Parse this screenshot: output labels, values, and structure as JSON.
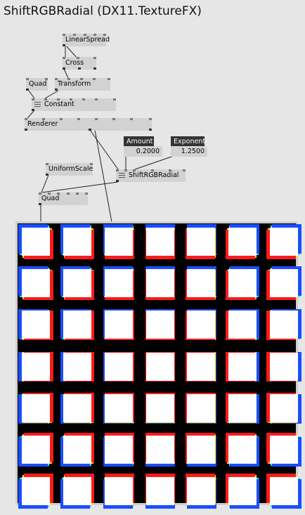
{
  "window": {
    "title": "ShiftRGBRadial (DX11.TextureFX)"
  },
  "nodes": {
    "linear_spread": "LinearSpread",
    "cross": "Cross",
    "quad_top": "Quad",
    "transform": "Transform",
    "constant": "Constant",
    "renderer": "Renderer",
    "uniform_scale": "UniformScale",
    "shift_rgb_radial": "ShiftRGBRadial",
    "quad_bottom": "Quad"
  },
  "ioboxes": {
    "amount": {
      "label": "Amount",
      "value": "0.2000"
    },
    "exponent": {
      "label": "Exponent",
      "value": "1.2500"
    }
  },
  "preview": {
    "rows": 7,
    "columns": 7
  }
}
